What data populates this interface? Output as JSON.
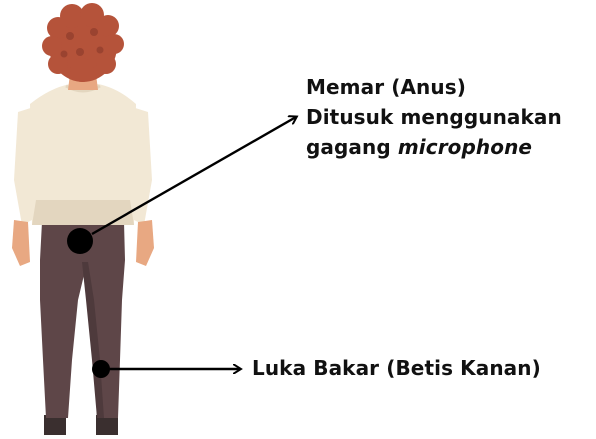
{
  "annotations": {
    "top": {
      "line1": "Memar (Anus)",
      "line2": "Ditusuk menggunakan",
      "line3_prefix": "gagang ",
      "line3_italic": "microphone"
    },
    "bottom": {
      "text": "Luka Bakar (Betis Kanan)"
    }
  },
  "colors": {
    "hair": "#b5533a",
    "hair_dark": "#9a4330",
    "skin": "#e8a882",
    "sweater": "#f2e8d5",
    "sweater_shade": "#e3d6bf",
    "pants": "#5e4648",
    "pants_shade": "#4e3a3c",
    "shoes": "#3a2f2f",
    "marker": "#000000",
    "text": "#111111"
  }
}
